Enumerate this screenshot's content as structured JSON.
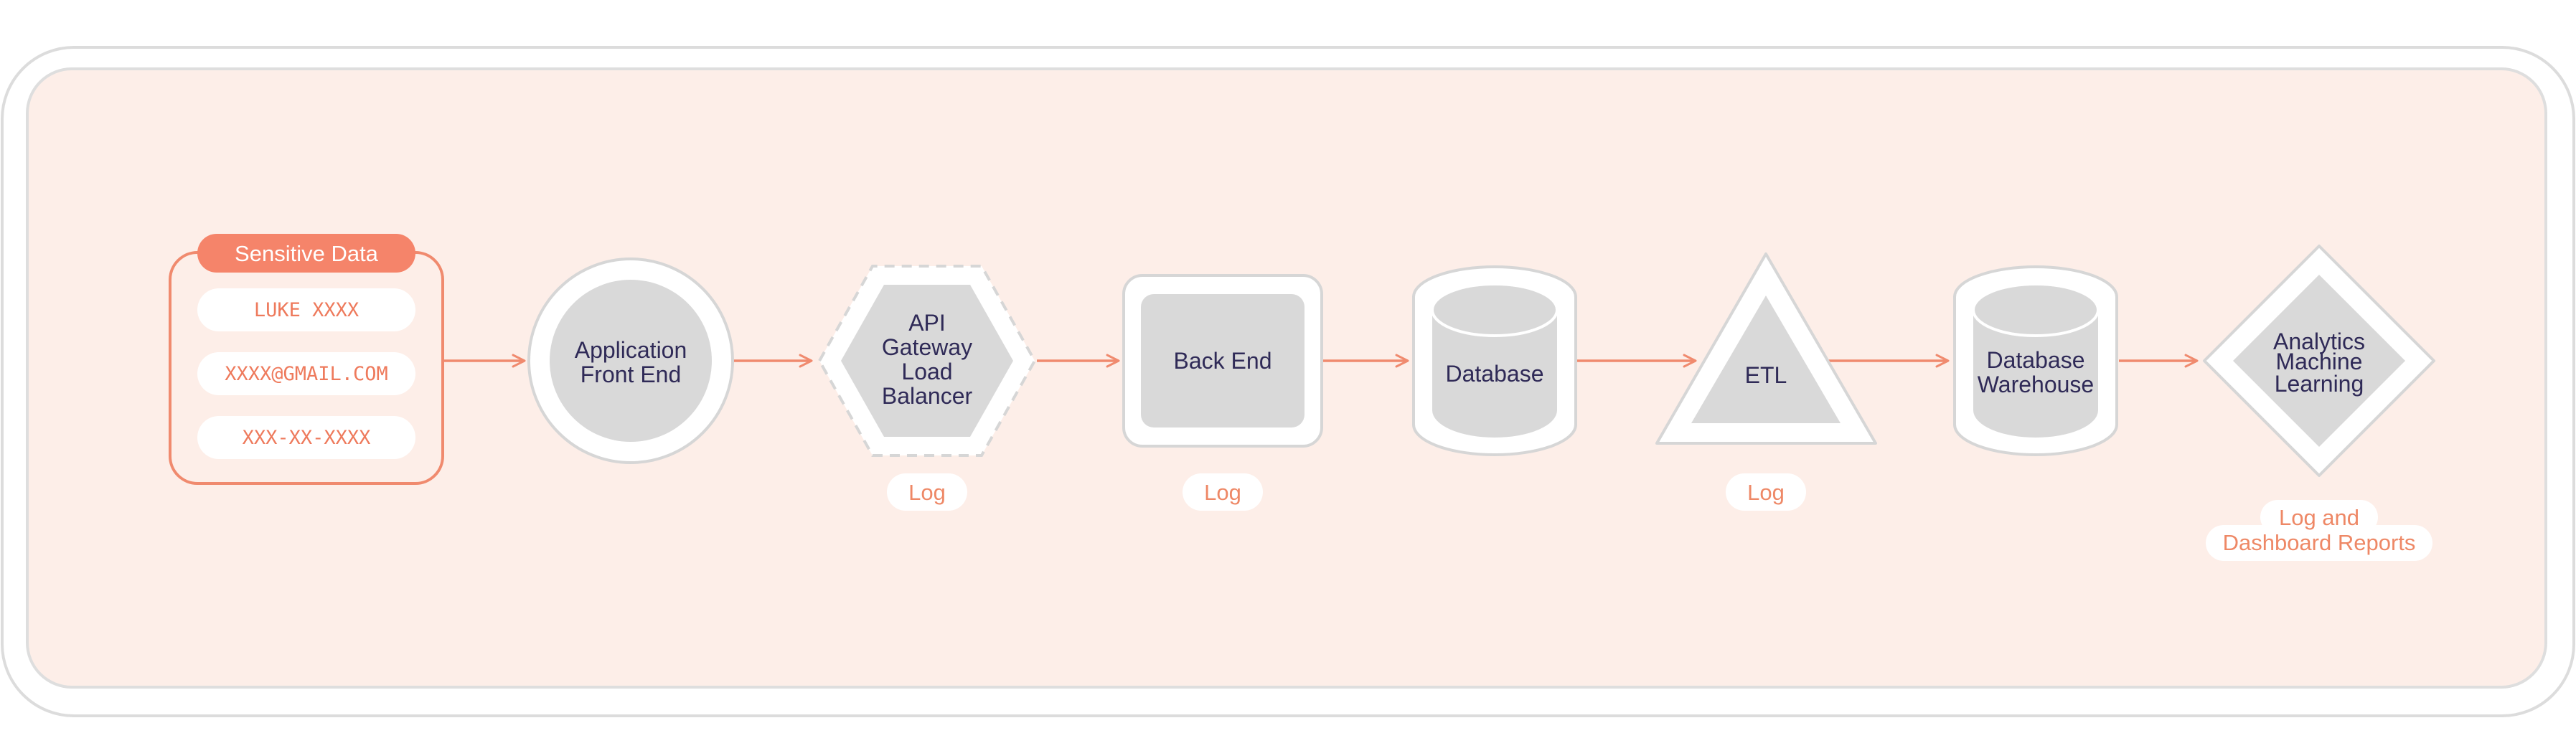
{
  "colors": {
    "outer_border": "#dcdcdc",
    "panel_fill": "#fdeee8",
    "panel_border": "#dedede",
    "shape_fill": "#d9d9d9",
    "shape_ring": "#ffffff",
    "shape_ring_border": "#d6d6d6",
    "accent": "#f08a6e",
    "text_dark": "#2f2a57",
    "text_accent": "#ee8866"
  },
  "sensitive": {
    "title": "Sensitive Data",
    "items": [
      "LUKE XXXX",
      "XXXX@GMAIL.COM",
      "XXX-XX-XXXX"
    ]
  },
  "nodes": {
    "frontend": {
      "line1": "Application",
      "line2": "Front End",
      "icon": "circle"
    },
    "gateway": {
      "line1": "API",
      "line2": "Gateway",
      "line3": "Load",
      "line4": "Balancer",
      "icon": "hexagon"
    },
    "backend": {
      "line1": "Back End",
      "icon": "rounded-square"
    },
    "database": {
      "line1": "Database",
      "icon": "cylinder"
    },
    "etl": {
      "line1": "ETL",
      "icon": "triangle"
    },
    "warehouse": {
      "line1": "Database",
      "line2": "Warehouse",
      "icon": "cylinder"
    },
    "analytics": {
      "line1": "Analytics",
      "line2": "Machine",
      "line3": "Learning",
      "icon": "diamond"
    }
  },
  "logs": {
    "gateway": "Log",
    "backend": "Log",
    "etl": "Log",
    "analytics_line1": "Log and",
    "analytics_line2": "Dashboard Reports"
  }
}
